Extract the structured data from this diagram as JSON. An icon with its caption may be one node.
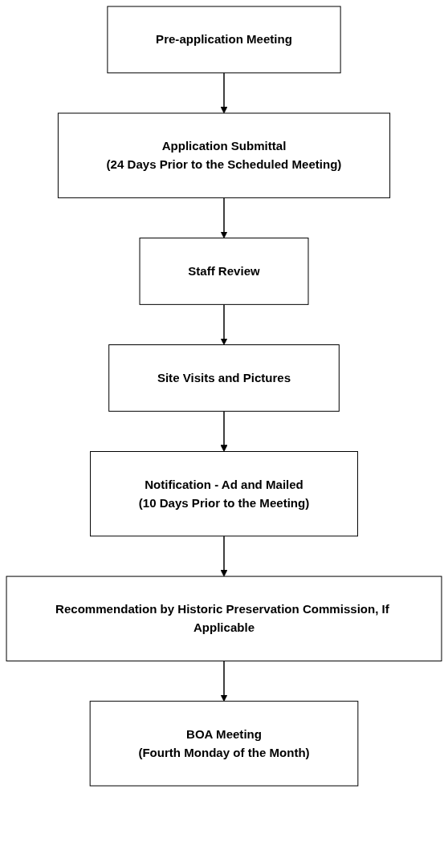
{
  "diagram": {
    "nodes": [
      {
        "text": [
          "Pre-application Meeting"
        ]
      },
      {
        "text": [
          "Application Submittal",
          "(24 Days Prior to the Scheduled Meeting)"
        ]
      },
      {
        "text": [
          "Staff Review"
        ]
      },
      {
        "text": [
          "Site Visits and Pictures"
        ]
      },
      {
        "text": [
          "Notification - Ad and Mailed",
          "(10 Days Prior to the Meeting)"
        ]
      },
      {
        "text": [
          "Recommendation by Historic Preservation Commission, If Applicable"
        ]
      },
      {
        "text": [
          "BOA Meeting",
          "(Fourth Monday of the Month)"
        ]
      }
    ],
    "edges": [
      {
        "from": 0,
        "to": 1,
        "arrow": "to"
      },
      {
        "from": 1,
        "to": 2,
        "arrow": "to"
      },
      {
        "from": 2,
        "to": 3,
        "arrow": "to"
      },
      {
        "from": 3,
        "to": 4,
        "arrow": "to"
      },
      {
        "from": 4,
        "to": 5,
        "arrow": "to"
      },
      {
        "from": 5,
        "to": 6,
        "arrow": "to"
      }
    ]
  }
}
